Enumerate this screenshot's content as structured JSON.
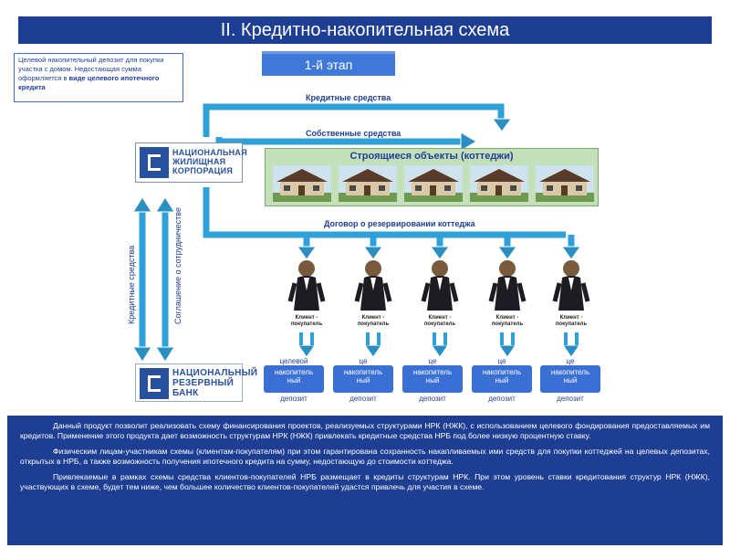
{
  "header": {
    "title": "II. Кредитно-накопительная схема"
  },
  "stage": {
    "label": "1-й этап"
  },
  "note": {
    "text_plain": "Целевой накопительный депозит для покупки участка с домом. Недостающая сумма оформляется в ",
    "text_bold": "виде целевого ипотечного кредита"
  },
  "flows": {
    "credit_funds": "Кредитные средства",
    "own_funds": "Собственные средства",
    "reservation_contract": "Договор о резервировании коттеджа",
    "vertical_credit": "Кредитные средства",
    "vertical_agreement": "Соглашение о сотрудничестве"
  },
  "logos": {
    "nhc": {
      "line1": "НАЦИОНАЛЬНАЯ",
      "line2": "ЖИЛИЩНАЯ",
      "line3": "КОРПОРАЦИЯ"
    },
    "nrb": {
      "line1": "НАЦИОНАЛЬНЫЙ",
      "line2": "РЕЗЕРВНЫЙ",
      "line3": "БАНК"
    }
  },
  "objects": {
    "title": "Строящиеся объекты (коттеджи)",
    "count": 5
  },
  "clients": [
    {
      "label": "Клиент - покупатель"
    },
    {
      "label": "Клиент - покупатель"
    },
    {
      "label": "Клиент - покупатель"
    },
    {
      "label": "Клиент - покупатель"
    },
    {
      "label": "Клиент - покупатель"
    }
  ],
  "deposits": [
    {
      "cut_top": "целевой",
      "line1": "накопитель",
      "line2": "ный",
      "cut_bottom": "депозит"
    },
    {
      "cut_top": "це",
      "line1": "накопитель",
      "line2": "ный",
      "cut_bottom": "депозит"
    },
    {
      "cut_top": "це",
      "line1": "накопитель",
      "line2": "ный",
      "cut_bottom": "депозит"
    },
    {
      "cut_top": "це",
      "line1": "накопитель",
      "line2": "ный",
      "cut_bottom": "депозит"
    },
    {
      "cut_top": "це",
      "line1": "накопитель",
      "line2": "ный",
      "cut_bottom": "депозит"
    }
  ],
  "description": {
    "p1": "Данный продукт позволит реализовать схему финансирования проектов, реализуемых структурами НРК (НЖК), с использованием целевого фондирования предоставляемых им кредитов. Применение этого продукта дает возможность структурам НРК (НЖК) привлекать кредитные средства НРБ под более низкую процентную ставку.",
    "p2": "Физическим лицам-участникам схемы (клиентам-покупателям) при этом гарантирована сохранность накапливаемых ими средств для покупки коттеджей на целевых депозитах, открытых в НРБ, а также возможность получения ипотечного кредита на сумму, недостающую до стоимости коттеджа.",
    "p3": "Привлекаемые в рамках схемы средства клиентов-покупателей НРБ размещает в кредиты структурам НРК. При этом уровень ставки кредитования структур НРК (НЖК), участвующих в схеме, будет тем ниже, чем большее количество клиентов-покупателей удастся привлечь для участия в схеме."
  },
  "colors": {
    "navy": "#1d3e93",
    "arrow": "#2fa0d8",
    "arrow_head": "#2b8fc4",
    "deposit": "#3a6fd6",
    "objects_bg": "#c4e0ba"
  }
}
